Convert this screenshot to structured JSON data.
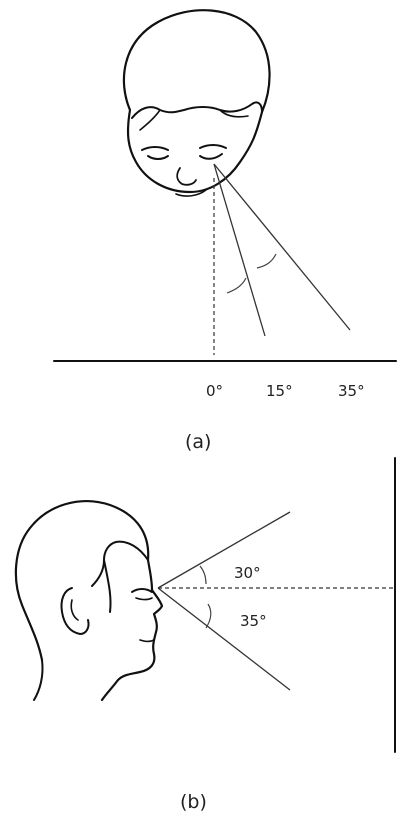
{
  "panel_a": {
    "angle_labels": [
      "0°",
      "15°",
      "35°"
    ],
    "caption": "(a)"
  },
  "panel_b": {
    "angle_labels": [
      "30°",
      "35°"
    ],
    "caption": "(b)"
  }
}
